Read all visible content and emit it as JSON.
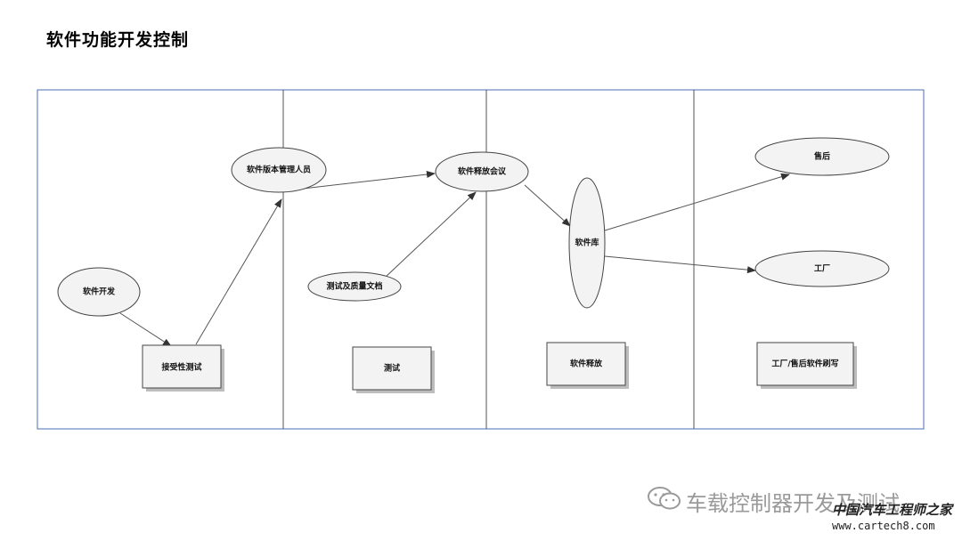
{
  "title": "软件功能开发控制",
  "nodes": {
    "software_dev": "软件开发",
    "acceptance_test": "接受性测试",
    "version_manager": "软件版本管理人员",
    "test_quality_docs": "测试及质量文档",
    "testing": "测试",
    "release_meeting": "软件释放会议",
    "software_repo": "软件库",
    "software_release": "软件释放",
    "after_sales": "售后",
    "factory": "工厂",
    "flash": "工厂/售后软件刷写"
  },
  "watermark": {
    "channel": "车载控制器开发及测试",
    "brand": "中国汽车工程师之家",
    "url": "www.cartech8.com"
  }
}
